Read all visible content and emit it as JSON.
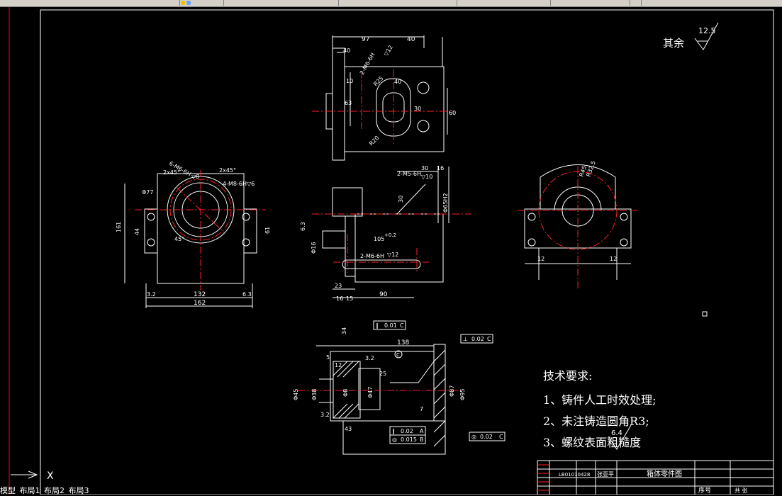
{
  "toolbar": {
    "segments": [
      "",
      "",
      "",
      "",
      "",
      "",
      "",
      "",
      "",
      ""
    ]
  },
  "drawing": {
    "roughness_rest_label": "其余",
    "roughness_rest_value": "12.5",
    "top_view": {
      "dims": [
        "97",
        "40",
        "40",
        "10",
        "2-M6-6H",
        "▽12",
        "R25",
        "40",
        "63",
        "30",
        "60",
        "R20"
      ]
    },
    "front_view": {
      "dims": [
        "2x45°",
        "2x45°",
        "6-M6-6H",
        "▽8",
        "4-M8-6H",
        "▽6",
        "Φ77",
        "161",
        "44",
        "61",
        "45°",
        "132",
        "162",
        "3.2",
        "6.3"
      ]
    },
    "side_view": {
      "dims": [
        "30",
        "16",
        "2-M5-6H",
        "▽10",
        "30",
        "Φ65H2",
        "105",
        "+0.2",
        "2-M6-6H",
        "▽12",
        "6.3",
        "23",
        "16",
        "15",
        "90",
        "Φ16"
      ]
    },
    "right_view": {
      "dims": [
        "R45",
        "R32.5",
        "12",
        "12"
      ]
    },
    "section_view": {
      "dims": [
        "34",
        "138",
        "5",
        "12",
        "3.2",
        "25",
        "Φ45",
        "Φ38",
        "Φ47",
        "Φ8",
        "Φ87",
        "Φ95",
        "3.2",
        "43",
        "7"
      ],
      "tolerances": [
        {
          "symbol": "∥",
          "value": "0.01",
          "ref": "C"
        },
        {
          "symbol": "⊥",
          "value": "0.02",
          "ref": "C"
        },
        {
          "symbol": "∥",
          "value": "0.02",
          "ref": "A"
        },
        {
          "symbol": "◎",
          "value": "0.015",
          "ref": "B"
        },
        {
          "symbol": "◎",
          "value": "0.02",
          "ref": "C"
        }
      ],
      "datum": "C"
    },
    "tech_requirements": {
      "title": "技术要求:",
      "items": [
        "1、铸件人工时效处理;",
        "2、未注铸造圆角R3;",
        "3、螺纹表面粗糙度"
      ],
      "roughness": "6.4"
    },
    "title_block": {
      "code": "LB01010428",
      "designer": "张亚平",
      "name": "箱体零件图",
      "serial_label": "序号",
      "sheet": "共  张"
    },
    "ucs_x": "X"
  },
  "layout_tabs": [
    "模型",
    "布局1",
    "布局2",
    "布局3"
  ],
  "colors": {
    "background": "#000000",
    "lines": "#ffffff",
    "center_lines": "#ff2020",
    "border": "#ff0000",
    "toolbar": "#d4d0c8"
  }
}
